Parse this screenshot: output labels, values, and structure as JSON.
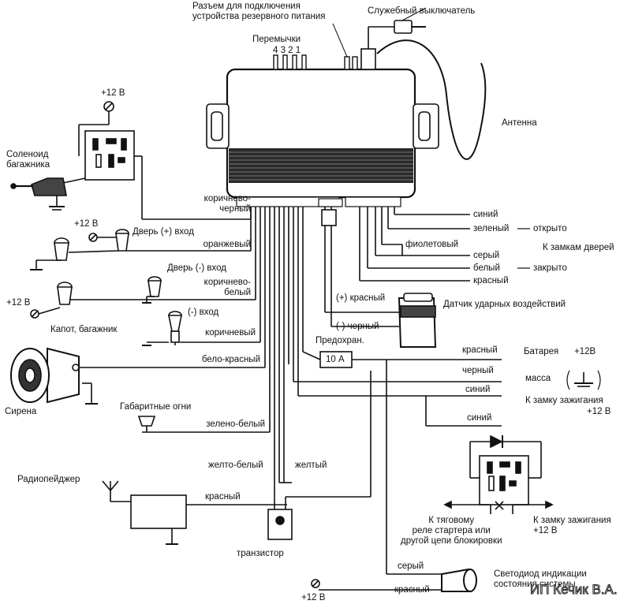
{
  "labels": {
    "backup_connector": "Разъем для подключения\nустройства резервного питания",
    "service_switch": "Служебный выключатель",
    "jumpers": "Перемычки",
    "jumper_numbers": "4 3 2 1",
    "antenna": "Антенна",
    "plus12_top": "+12 В",
    "trunk_solenoid": "Соленоид\nбагажника",
    "brown_black": "коричнево-\nчерный",
    "plus12_door": "+12 В",
    "door_plus_input": "Дверь (+) вход",
    "orange": "оранжевый",
    "door_minus_input": "Дверь (-) вход",
    "brown_white": "коричнево-\nбелый",
    "plus12_left": "+12 В",
    "minus_input": "(-) вход",
    "hood_trunk": "Капот, багажник",
    "brown": "коричневый",
    "white_red": "бело-красный",
    "siren": "Сирена",
    "parking_lights": "Габаритные огни",
    "green_white": "зелено-белый",
    "yellow_white": "желто-белый",
    "yellow": "желтый",
    "radio_pager": "Радиопейджер",
    "red_pager": "красный",
    "transistor": "транзистор",
    "blue_1": "синий",
    "green": "зеленый",
    "open": "открыто",
    "violet": "фиолетовый",
    "gray": "серый",
    "to_door_locks": "К замкам дверей",
    "white": "белый",
    "closed": "закрыто",
    "red_1": "красный",
    "plus_red": "(+) красный",
    "shock_sensor": "Датчик ударных воздействий",
    "minus_black": "(-) черный",
    "fuse": "Предохран.",
    "fuse_value": "10 А",
    "red_battery": "красный",
    "battery": "Батарея",
    "battery_voltage": "+12В",
    "black": "черный",
    "ground": "масса",
    "blue_2": "синий",
    "to_ignition_lock": "К замку зажигания",
    "plus12_ignition": "+12 В",
    "blue_3": "синий",
    "to_starter_relay": "К тяговому\nреле стартера или\nдругой цепи блокировки",
    "to_ignition_lock_2": "К замку зажигания\n+12 В",
    "gray_led": "серый",
    "red_led": "красный",
    "plus12_bottom": "+12 В",
    "led_indicator": "Светодиод индикации\nсостояния системы",
    "watermark": "ИП Кечик В.А."
  }
}
